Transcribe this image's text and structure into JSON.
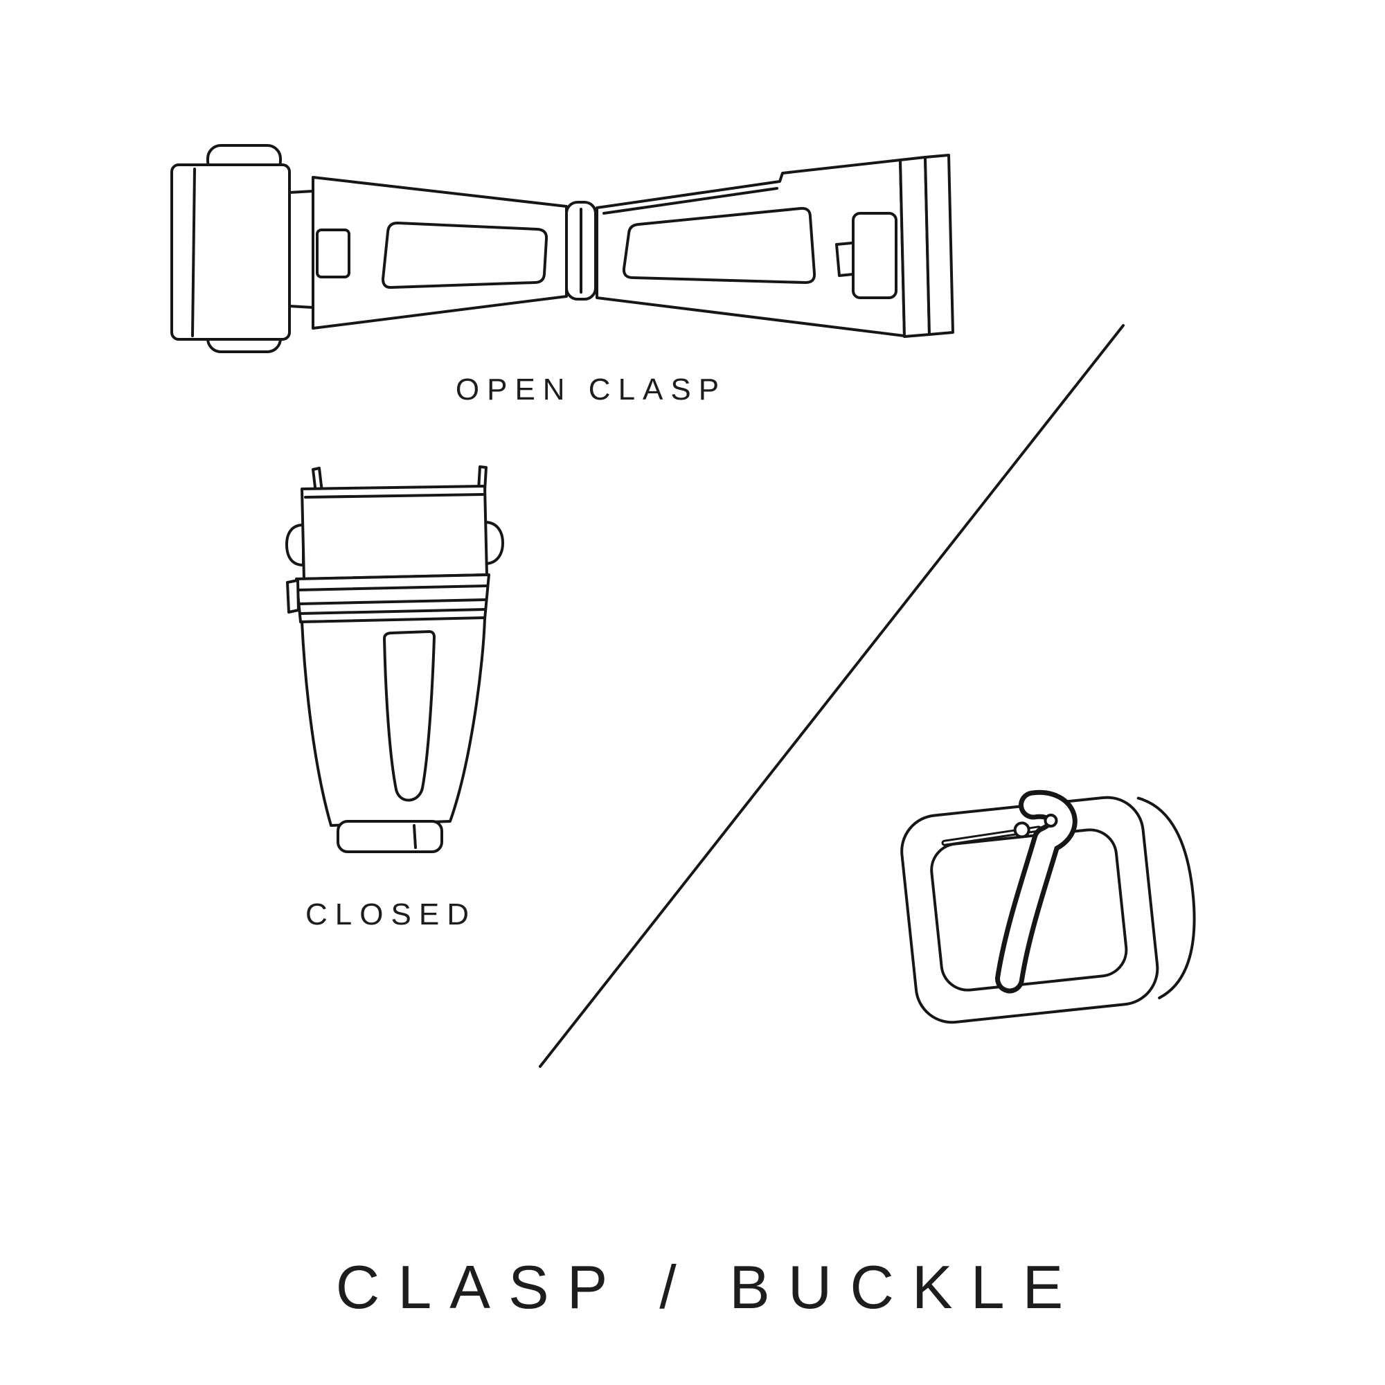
{
  "title": "CLASP / BUCKLE",
  "figures": {
    "open_clasp": {
      "label": "OPEN CLASP"
    },
    "closed_clasp": {
      "label": "CLOSED"
    }
  },
  "colors": {
    "background": "#ffffff",
    "line": "#161616",
    "text": "#1d1d1f"
  }
}
